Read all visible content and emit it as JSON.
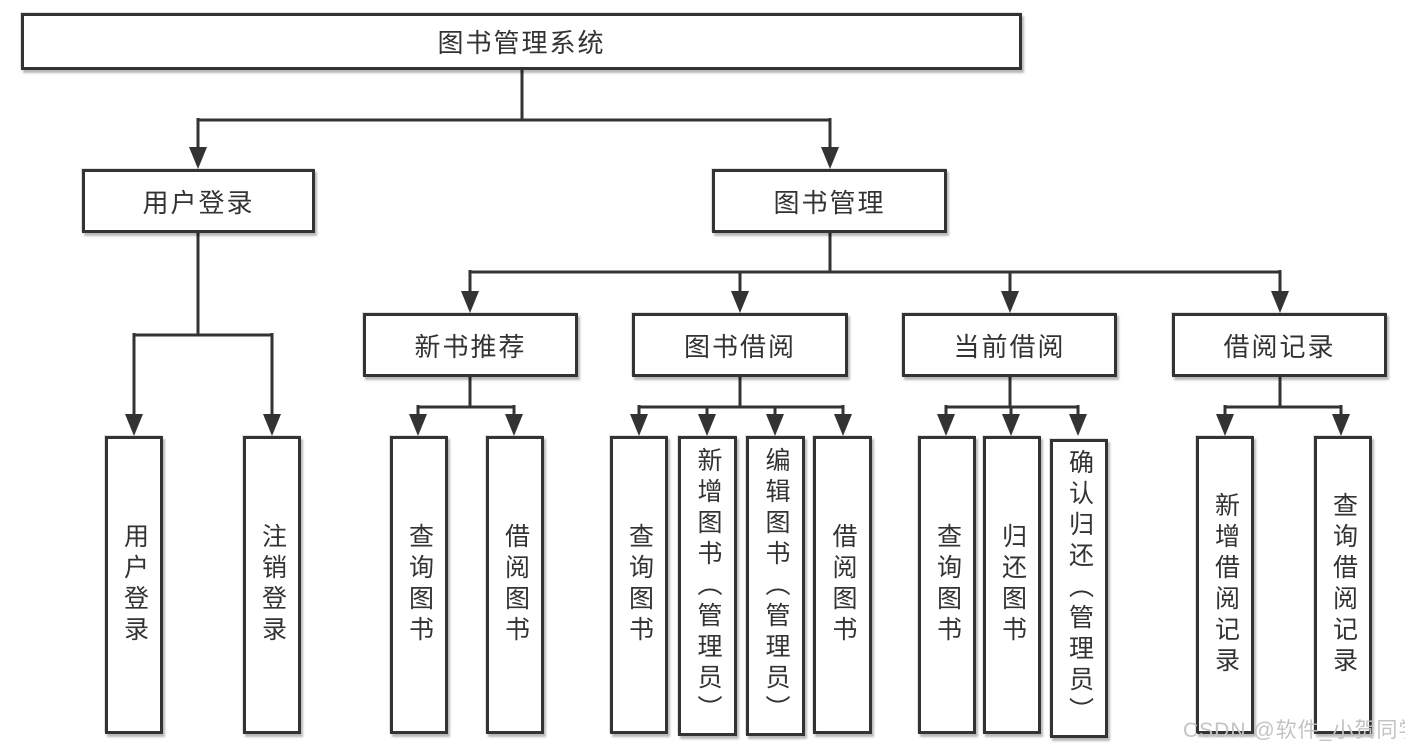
{
  "diagram": {
    "title": "图书管理系统",
    "root": {
      "label": "图书管理系统"
    },
    "login": {
      "label": "用户登录",
      "children": [
        "用户登录",
        "注销登录"
      ]
    },
    "management": {
      "label": "图书管理",
      "groups": [
        {
          "label": "新书推荐",
          "children": [
            "查询图书",
            "借阅图书"
          ]
        },
        {
          "label": "图书借阅",
          "children": [
            "查询图书",
            "新增图书（管理员）",
            "编辑图书（管理员）",
            "借阅图书"
          ]
        },
        {
          "label": "当前借阅",
          "children": [
            "查询图书",
            "归还图书",
            "确认归还（管理员）"
          ]
        },
        {
          "label": "借阅记录",
          "children": [
            "新增借阅记录",
            "查询借阅记录"
          ]
        }
      ]
    }
  },
  "watermark": "CSDN @软件_小贺同学",
  "colors": {
    "line": "#333333",
    "text": "#333333",
    "background": "#ffffff",
    "watermark": "#c3c3c3"
  }
}
